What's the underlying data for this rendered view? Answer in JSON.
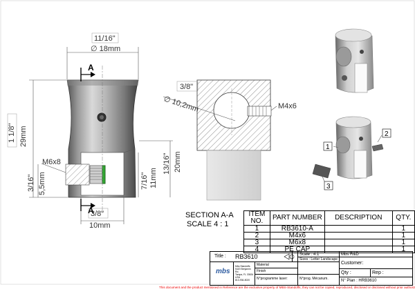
{
  "front_view": {
    "dims": {
      "width_in": "11/16\"",
      "width_mm": "∅ 18mm",
      "height_in": "1 1/8\"",
      "height_mm": "29mm",
      "thread_label": "M6x8",
      "low_in": "3/16\"",
      "low_mm": "5,5mm",
      "slot_in": "7/16\"",
      "slot_mm": "11mm",
      "slot2_in": "13/16\"",
      "slot2_mm": "20mm",
      "bottom_in": "3/8\"",
      "bottom_mm": "10mm"
    },
    "section_marker": "A"
  },
  "section_view": {
    "dia_in": "3/8\"",
    "dia_mm": "∅ 10,2mm",
    "thread_label": "M4x6",
    "title_line1": "SECTION A-A",
    "title_line2": "SCALE 4 : 1"
  },
  "callouts": [
    "1",
    "2",
    "3"
  ],
  "bom": {
    "headers": [
      "ITEM NO.",
      "PART NUMBER",
      "DESCRIPTION",
      "QTY."
    ],
    "rows": [
      {
        "item": "1",
        "part": "RB3610-A",
        "desc": "",
        "qty": "1"
      },
      {
        "item": "2",
        "part": "M4x6",
        "desc": "",
        "qty": "1"
      },
      {
        "item": "3",
        "part": "M6x8",
        "desc": "",
        "qty": "1"
      },
      {
        "item": "4",
        "part": "PE CAP",
        "desc": "",
        "qty": "1"
      }
    ]
  },
  "title_block": {
    "title_label": "Title :",
    "title_value": "RB3610",
    "scale": "Scale : 4:1",
    "sizes": "Sizes : Letter Landscape",
    "company": "Mbs R&D",
    "customer": "Customer:",
    "material": "Material",
    "finish": "Finish",
    "qty": "Qty :",
    "rep": "Rep :",
    "laser": "N°programme laser:",
    "mecanum": "N°prog. Mécanum.",
    "plan": "N° Plan : HRB3610",
    "logo": "mbs",
    "address": [
      "Mbs Standoffs",
      "5420 Benjamin Rd.",
      "Tampa, FL 33634",
      "USA",
      "813-936-8020"
    ]
  },
  "footer_text": "This document and the product mentioned in Reference are the exclusive property of MBS-Standoffs, they can not be copied, reproduced, disclosed or disclosed without prior authorization."
}
